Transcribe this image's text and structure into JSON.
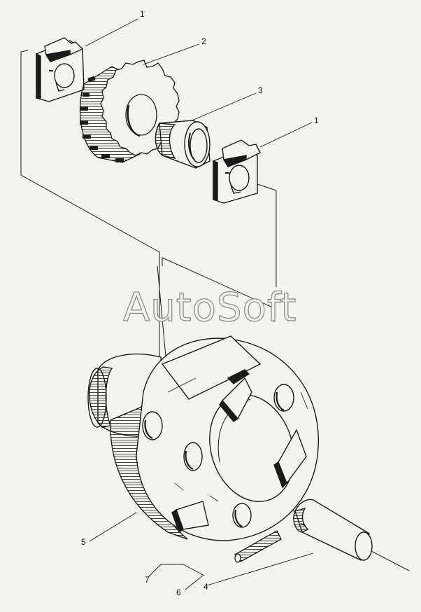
{
  "watermark": "AutoSoft",
  "callouts": [
    {
      "text": "1"
    },
    {
      "text": "2"
    },
    {
      "text": "3"
    },
    {
      "text": "1"
    },
    {
      "text": "5"
    },
    {
      "text": "7"
    },
    {
      "text": "6"
    },
    {
      "text": "4"
    }
  ],
  "colors": {
    "ink": "#1a1a1a",
    "paper": "#f3f3f0",
    "watermark_stroke": "#8c8c8c"
  }
}
